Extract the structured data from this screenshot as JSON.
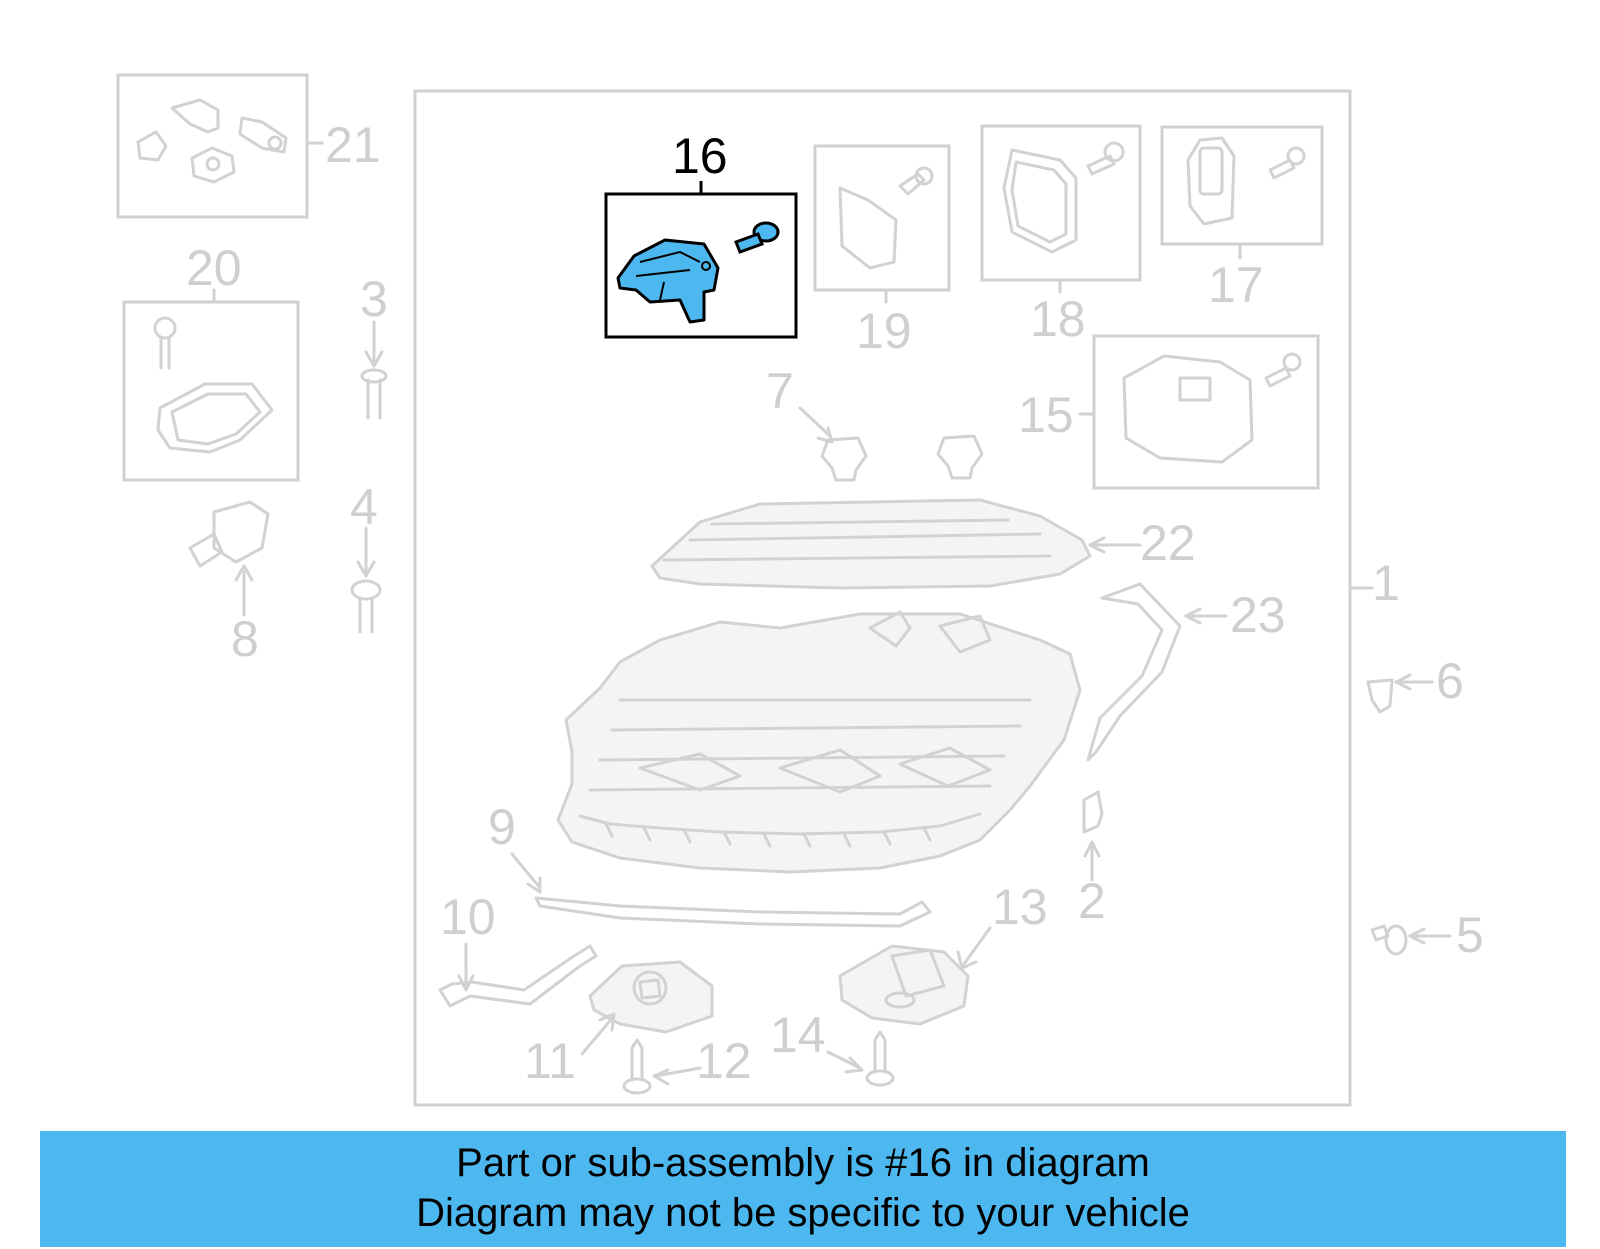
{
  "diagram": {
    "highlighted_part": "16",
    "callouts": [
      "1",
      "2",
      "3",
      "4",
      "5",
      "6",
      "7",
      "8",
      "9",
      "10",
      "11",
      "12",
      "13",
      "14",
      "15",
      "16",
      "17",
      "18",
      "19",
      "20",
      "21",
      "22",
      "23"
    ],
    "colors": {
      "highlight": "#4db8f0",
      "line": "#d2d2d2",
      "label": "#cfcfcf",
      "banner": "#4db8f0"
    }
  },
  "banner": {
    "line1": "Part or sub-assembly is #16 in diagram",
    "line2": "Diagram may not be specific to your vehicle"
  }
}
